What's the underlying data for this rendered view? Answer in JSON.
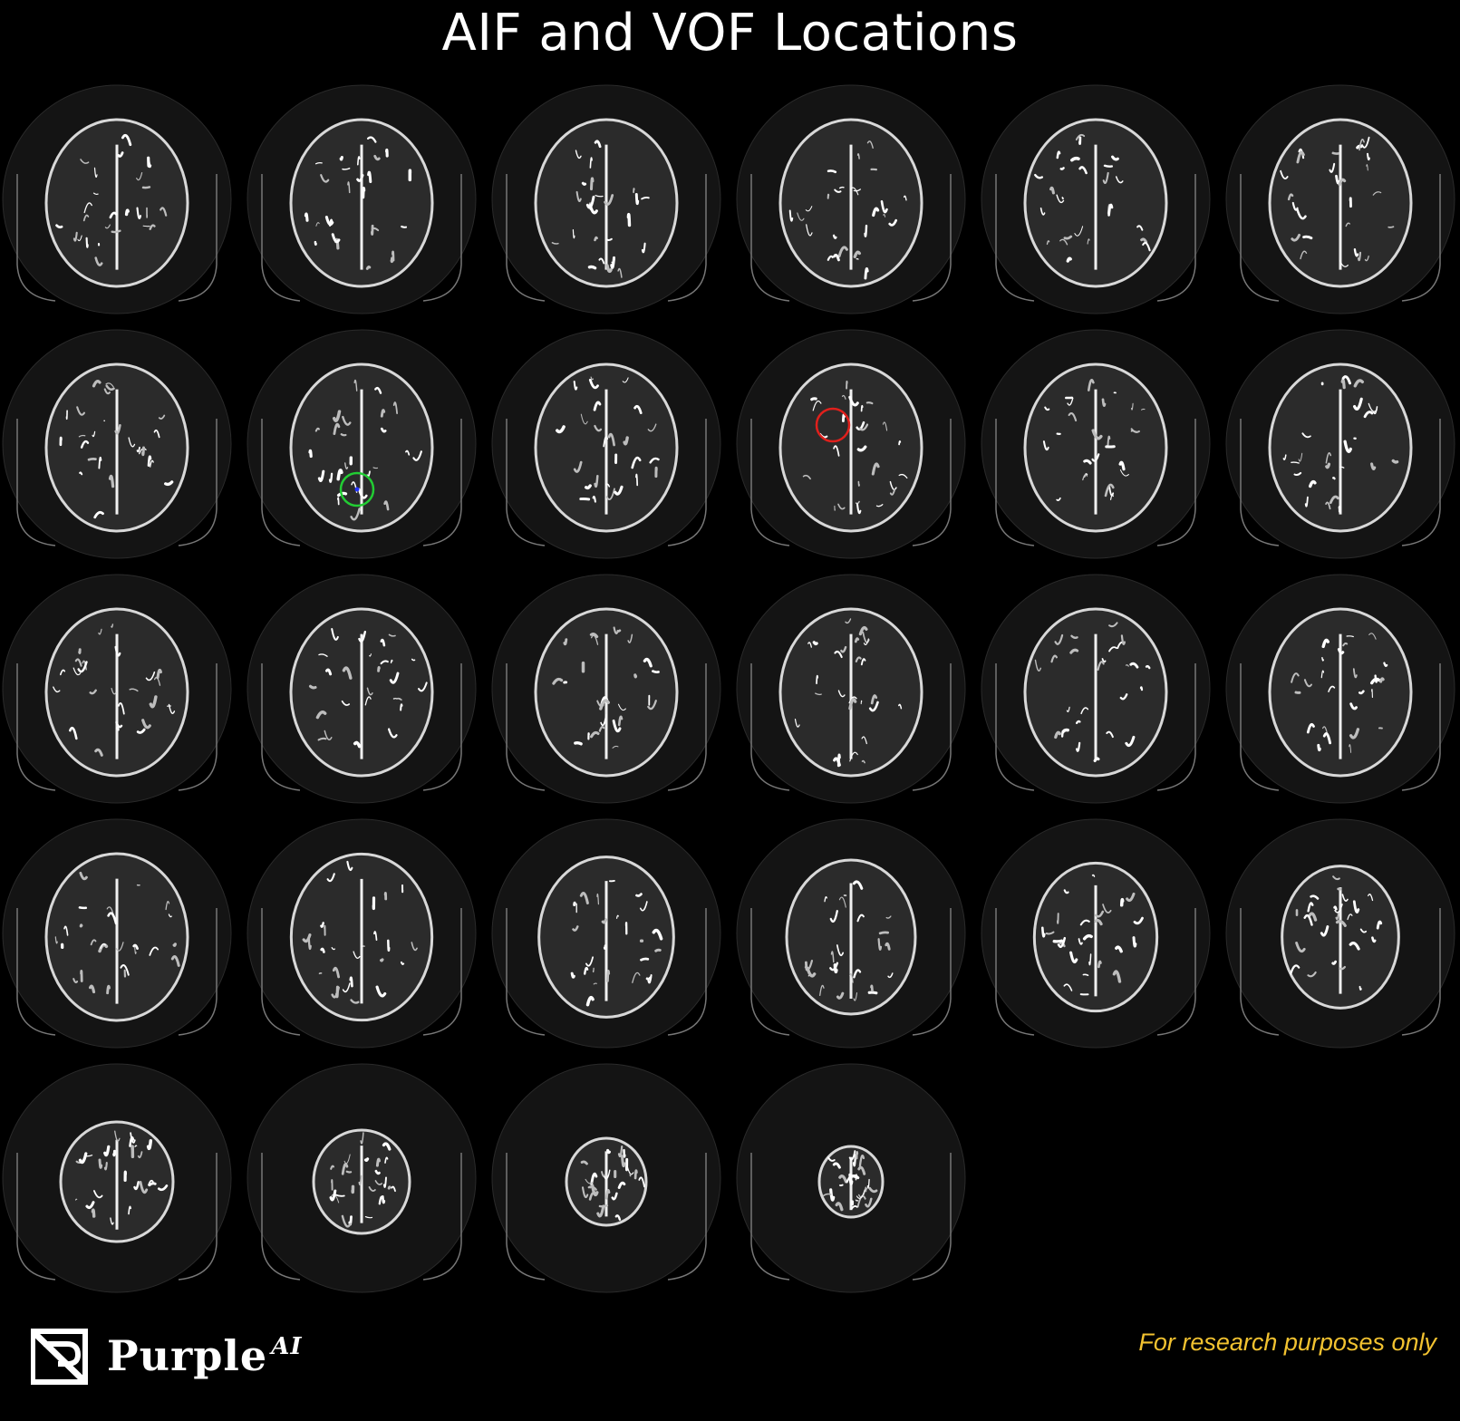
{
  "title": "AIF and VOF Locations",
  "footer": {
    "logo_text": "Purple",
    "logo_ai": "AI",
    "disclaimer": "For research purposes only"
  },
  "colors": {
    "background": "#000000",
    "title": "#ffffff",
    "disclaimer": "#f2c230",
    "aif_marker": "#e0201c",
    "vof_marker": "#22cc33",
    "vof_dot": "#2233ff"
  },
  "slices": {
    "count": 28,
    "columns": 6,
    "aif_slice_index": 9,
    "vof_slice_index": 7
  }
}
